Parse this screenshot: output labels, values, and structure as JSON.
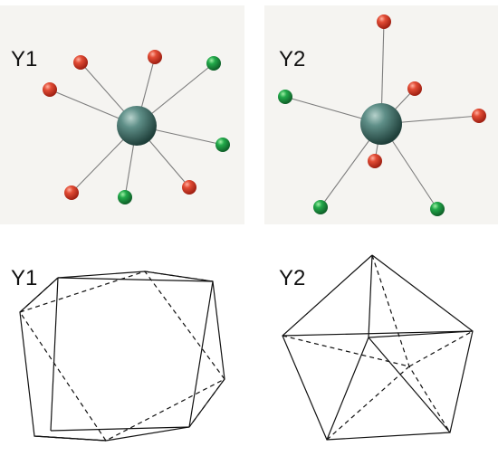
{
  "panels": {
    "top_left_label": "Y1",
    "top_right_label": "Y2",
    "bottom_left_label": "Y1",
    "bottom_right_label": "Y2"
  },
  "colors": {
    "central_atom": "#3f6e69",
    "red_atom": "#d9412f",
    "green_atom": "#1d9b3f",
    "bond": "#7d7d7d",
    "panel_background": "#f5f4f1",
    "line": "#111111"
  }
}
